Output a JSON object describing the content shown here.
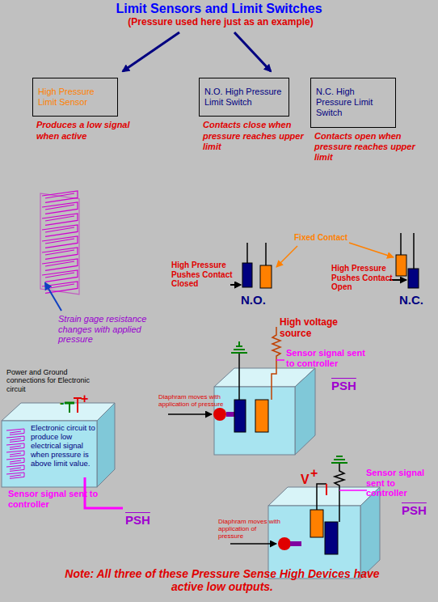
{
  "diagram": {
    "title": "Limit Sensors and Limit Switches",
    "caption": "Note: All three of these Pressure Sense High Devices have active low outputs.",
    "nodes": [
      {
        "text": [
          "High Pressure Limit Sensor",
          "Produces a low signal when active"
        ]
      },
      {
        "text": [
          "N.O. High Pressure Limit Switch",
          "Contacts close when pressure reaches upper limit"
        ]
      },
      {
        "text": [
          "N.C. High Pressure Limit Switch",
          "Contacts open when pressure reaches upper limit"
        ]
      },
      {
        "text": [
          "Electronic circuit to produce low electrical signal when pressure is above limit value."
        ]
      }
    ],
    "labels": [
      "(Pressure used here just as an example)",
      "Fixed Contact",
      "High Pressure Pushes Contact Closed",
      "N.O.",
      "High Pressure Pushes Contact Open",
      "N.C.",
      "Strain gage resistance changes with applied pressure",
      "High voltage source",
      "Sensor signal sent to controller",
      "PSH",
      "Power and Ground connections for Electronic circuit",
      "-",
      "+",
      "Diaphram moves with application of pressure",
      "Sensor signal sent to controller",
      "PSH",
      "V",
      "+",
      "Sensor signal sent to controller",
      "PSH",
      "Diaphram moves with application of pressure"
    ]
  }
}
